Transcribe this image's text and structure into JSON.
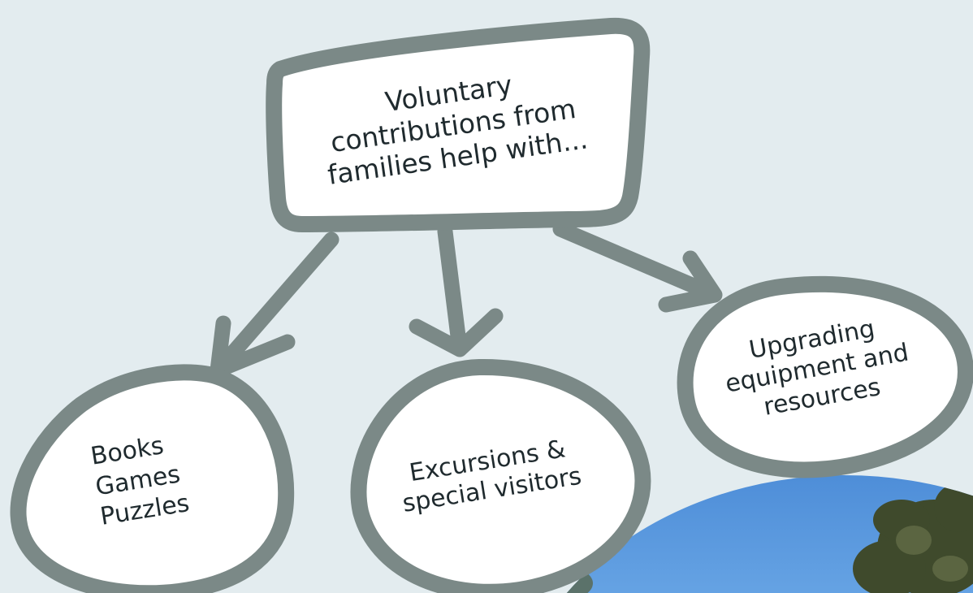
{
  "diagram": {
    "main_node": {
      "label": "Voluntary\ncontributions from\nfamilies help with..."
    },
    "children": [
      {
        "label": "Books\nGames\nPuzzles"
      },
      {
        "label": "Excursions &\nspecial visitors"
      },
      {
        "label": "Upgrading\nequipment and\nresources"
      }
    ]
  },
  "colors": {
    "background": "#e3ecef",
    "outline": "#7b8987",
    "fill": "#ffffff",
    "text": "#1f2a2e",
    "sky": "#4f8fd8"
  }
}
